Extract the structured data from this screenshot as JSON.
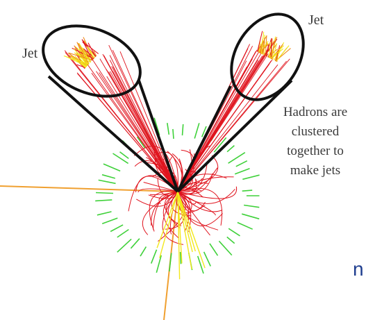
{
  "labels": {
    "jet_left": "Jet",
    "jet_right": "Jet",
    "caption_lines": [
      "Hadrons are",
      "clustered",
      "together to",
      "make jets"
    ],
    "stray_text": "n"
  },
  "colors": {
    "track": "#e0141e",
    "energy_deposit": "#3fd13a",
    "hot_track": "#f2e81c",
    "beam_line": "#f0a030",
    "cone": "#111111"
  }
}
